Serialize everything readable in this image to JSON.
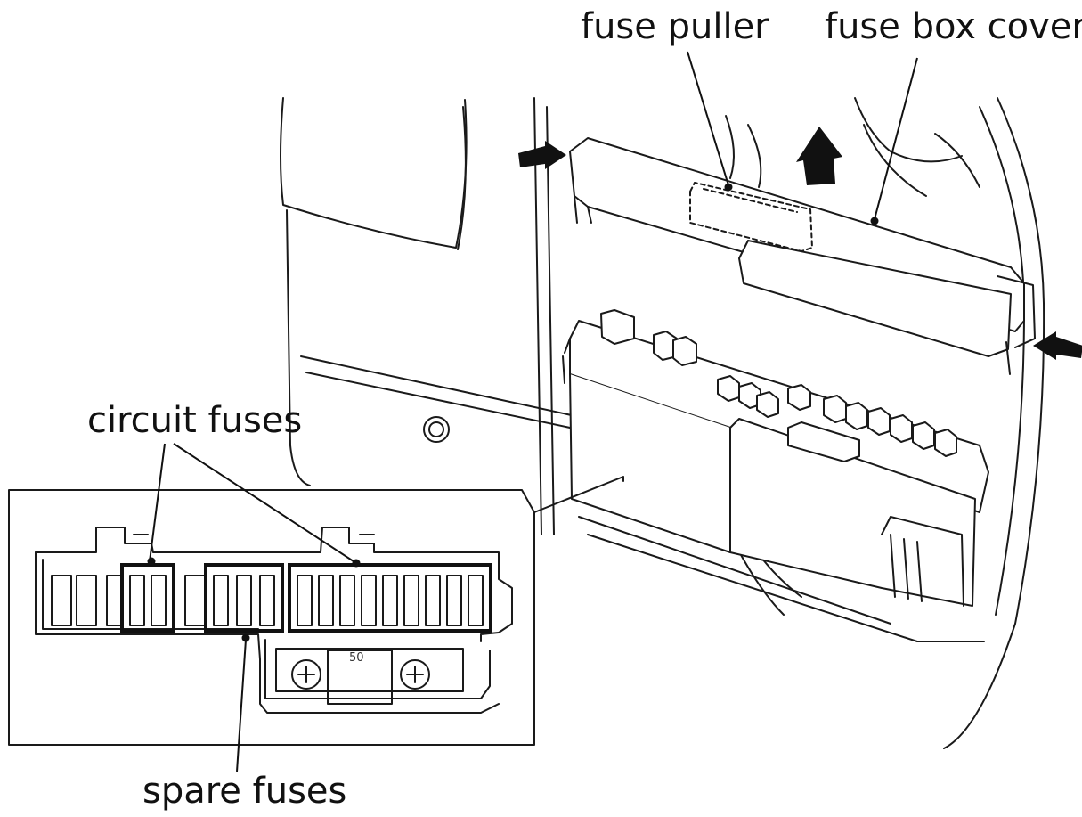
{
  "labels": {
    "fuse_puller": "fuse puller",
    "fuse_box_cover": "fuse box cover",
    "circuit_fuses": "circuit fuses",
    "spare_fuses": "spare fuses"
  },
  "main_fuse_rating": "50",
  "colors": {
    "line": "#1a1a1a",
    "arrow": "#111111",
    "background": "#ffffff"
  }
}
